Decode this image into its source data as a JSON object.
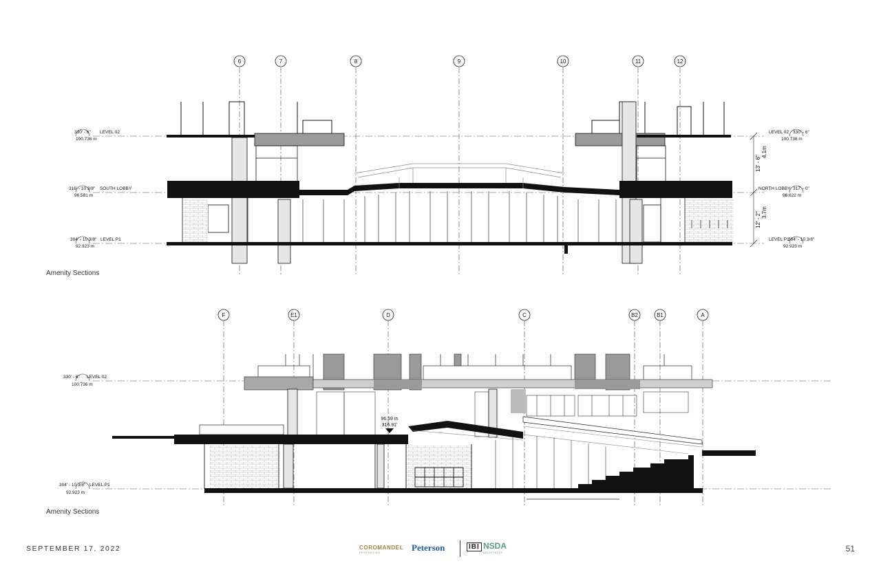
{
  "page": {
    "date": "SEPTEMBER 17, 2022",
    "number": "51"
  },
  "captions": {
    "top": "Amenity Sections",
    "bottom": "Amenity Sections"
  },
  "logos": {
    "coromandel": "COROMANDEL",
    "coromandel_sub": "PROPERTIES",
    "peterson": "Peterson",
    "ibi": "IBI",
    "nsda": "NSDA",
    "nsda_sub": "ARCHITECTS"
  },
  "section_top": {
    "grids": [
      "6",
      "7",
      "8",
      "9",
      "10",
      "11",
      "12"
    ],
    "levels_left": [
      {
        "elev": "330' - 6\"",
        "name": "LEVEL 02",
        "metric": "100.736 m"
      },
      {
        "elev": "316' - 10 3/8\"",
        "name": "SOUTH LOBBY",
        "metric": "96.581 m"
      },
      {
        "elev": "304' - 10 3/8\"",
        "name": "LEVEL P1",
        "metric": "92.923 m"
      }
    ],
    "levels_right": [
      {
        "elev": "330' - 6\"",
        "name": "LEVEL 02",
        "metric": "100.736 m"
      },
      {
        "elev": "317' - 0\"",
        "name": "NORTH LOBBY",
        "metric": "96.622 m"
      },
      {
        "elev": "304' - 10 3/8\"",
        "name": "LEVEL P1",
        "metric": "92.923 m"
      }
    ],
    "dimensions": [
      {
        "imperial": "13' - 6\"",
        "metric": "4.1m"
      },
      {
        "imperial": "12' - 2\"",
        "metric": "3.7m"
      }
    ]
  },
  "section_bottom": {
    "grids": [
      "F",
      "E1",
      "D",
      "C",
      "B2",
      "B1",
      "A"
    ],
    "levels_left": [
      {
        "elev": "330' - 6\"",
        "name": "LEVEL 02",
        "metric": "100.736 m"
      },
      {
        "elev": "304' - 10 3/8\"",
        "name": "LEVEL P1",
        "metric": "92.923 m"
      }
    ],
    "spot_elev": {
      "metric": "96.59 m",
      "imperial": "316.91'"
    }
  }
}
